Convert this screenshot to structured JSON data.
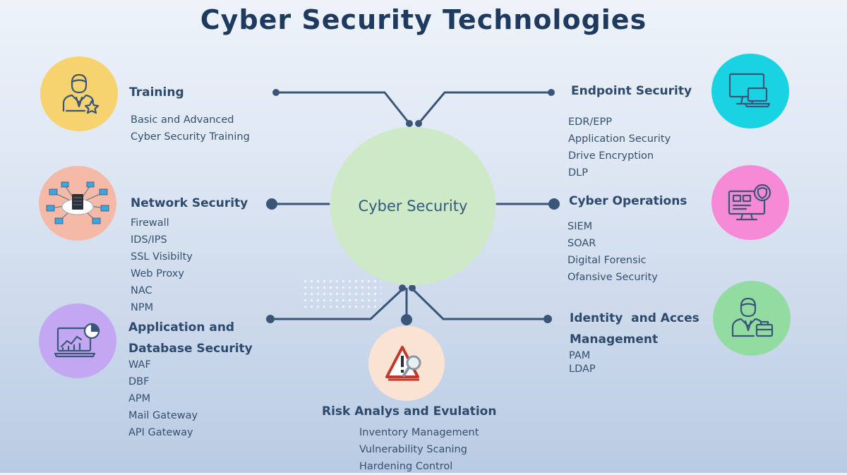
{
  "title": "Cyber Security Technologies",
  "hub": {
    "label": "Cyber Security"
  },
  "nodes": {
    "training": {
      "title": "Training",
      "items": [
        "Basic and Advanced",
        "Cyber Security Training"
      ],
      "icon": "trainer-icon",
      "color": "#f6d36e"
    },
    "network": {
      "title": "Network Security",
      "items": [
        "Firewall",
        "IDS/IPS",
        "SSL Visibilty",
        "Web Proxy",
        "NAC",
        "NPM"
      ],
      "icon": "network-topology-icon",
      "color": "#f5b9a8"
    },
    "appdb": {
      "title_lines": [
        "Application and",
        "Database Security"
      ],
      "items": [
        "WAF",
        "DBF",
        "APM",
        "Mail Gateway",
        "API Gateway"
      ],
      "icon": "analytics-monitor-icon",
      "color": "#c4a7f2"
    },
    "endpoint": {
      "title": "Endpoint Security",
      "items": [
        "EDR/EPP",
        "Application Security",
        "Drive Encryption",
        "DLP"
      ],
      "icon": "devices-icon",
      "color": "#1ad3e2"
    },
    "operations": {
      "title": "Cyber Operations",
      "items": [
        "SIEM",
        "SOAR",
        "Digital Forensic",
        "Ofansive Security"
      ],
      "icon": "security-dashboard-icon",
      "color": "#f68ad6"
    },
    "identity": {
      "title_lines": [
        "Identity  and Acces",
        "Management"
      ],
      "items": [
        "PAM",
        "LDAP"
      ],
      "icon": "business-user-icon",
      "color": "#93dca1"
    },
    "risk": {
      "title": "Risk Analys and Evulation",
      "items": [
        "Inventory Management",
        "Vulnerability Scaning",
        "Hardening Control"
      ],
      "icon": "warning-search-icon",
      "color": "#fbe3d3"
    }
  },
  "colors": {
    "connector": "#3b5579",
    "title": "#1e3a5f"
  }
}
